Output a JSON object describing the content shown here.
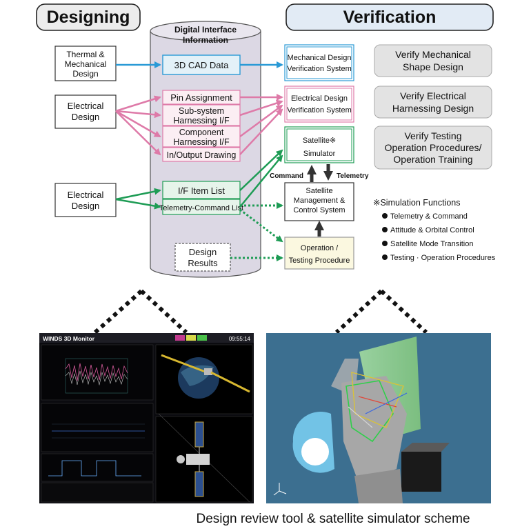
{
  "headers": {
    "left": "Designing",
    "right": "Verification"
  },
  "cylinder_title": [
    "Digital Interface",
    "Information"
  ],
  "inputs": {
    "thermal": [
      "Thermal &",
      "Mechanical",
      "Design"
    ],
    "electrical1": [
      "Electrical",
      "Design"
    ],
    "electrical2": [
      "Electrical",
      "Design"
    ]
  },
  "cylinder_items": {
    "cad": [
      "3D CAD Data"
    ],
    "pin": [
      "Pin Assignment"
    ],
    "subsystem": [
      "Sub-system",
      "Harnessing I/F"
    ],
    "component": [
      "Component",
      "Harnessing I/F"
    ],
    "inout": [
      "In/Output Drawing"
    ],
    "ifitem": [
      "I/F Item List"
    ],
    "telemetry_list": [
      "Telemetry-Command List"
    ],
    "results": [
      "Design",
      "Results"
    ]
  },
  "systems": {
    "mech": [
      "Mechanical Design",
      "Verification System"
    ],
    "elec": [
      "Electrical Design",
      "Verification System"
    ],
    "sim": [
      "Satellite※",
      "Simulator"
    ],
    "mgmt": [
      "Satellite",
      "Management &",
      "Control System"
    ],
    "op": [
      "Operation /",
      "Testing Procedure"
    ]
  },
  "arrow_labels": {
    "command": "Command",
    "telemetry": "Telemetry"
  },
  "verify": {
    "mech": [
      "Verify Mechanical",
      "Shape Design"
    ],
    "elec": [
      "Verify Electrical",
      "Harnessing Design"
    ],
    "test": [
      "Verify Testing",
      "Operation Procedures/",
      "Operation Training"
    ]
  },
  "sim_functions": {
    "title": "※Simulation Functions",
    "items": [
      "Telemetry & Command",
      "Attitude & Orbital Control",
      "Satellite Mode Transition",
      "Testing · Operation Procedures"
    ]
  },
  "screenshot_left": {
    "title": "WINDS 3D Monitor",
    "clock": "09:55:14"
  },
  "caption": "Design review tool & satellite simulator scheme",
  "colors": {
    "blue": "#2a9ad6",
    "pink": "#de7aa8",
    "green": "#1e9c55",
    "dark": "#3a3a3a",
    "cylinder": "#dcd8e4",
    "verify": "#e3e3e3"
  }
}
